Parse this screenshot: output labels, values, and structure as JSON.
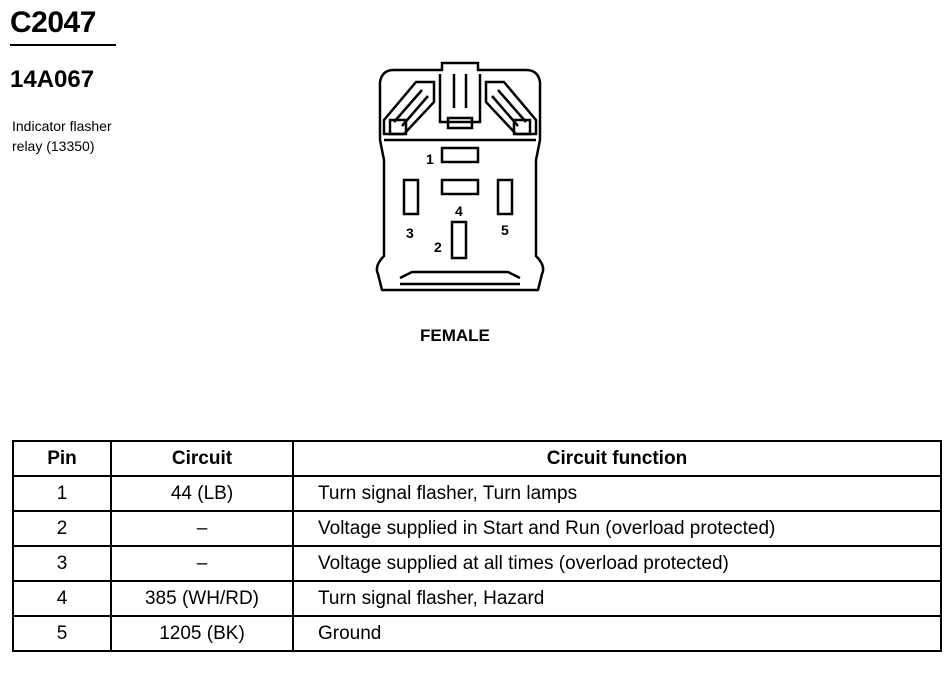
{
  "header": {
    "connector_id": "C2047",
    "part_number": "14A067",
    "description_lines": [
      "Indicator flasher",
      "relay (13350)"
    ]
  },
  "diagram": {
    "pin_labels": [
      "1",
      "2",
      "3",
      "4",
      "5"
    ],
    "gender_label": "FEMALE"
  },
  "table": {
    "headers": [
      "Pin",
      "Circuit",
      "Circuit function"
    ],
    "rows": [
      {
        "pin": "1",
        "circuit": "44 (LB)",
        "function": "Turn signal flasher, Turn lamps"
      },
      {
        "pin": "2",
        "circuit": "–",
        "function": "Voltage supplied in Start and Run (overload protected)"
      },
      {
        "pin": "3",
        "circuit": "–",
        "function": "Voltage supplied at all times (overload protected)"
      },
      {
        "pin": "4",
        "circuit": "385 (WH/RD)",
        "function": "Turn signal flasher, Hazard"
      },
      {
        "pin": "5",
        "circuit": "1205 (BK)",
        "function": "Ground"
      }
    ]
  }
}
